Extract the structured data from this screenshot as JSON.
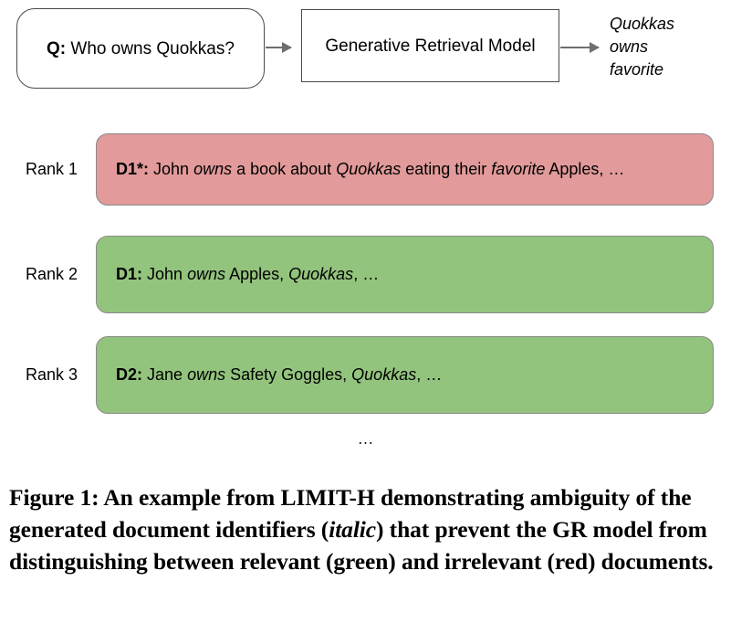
{
  "pipeline": {
    "query_box": {
      "prefix": "Q:",
      "text": " Who owns Quokkas?"
    },
    "model_box": {
      "label": "Generative Retrieval Model"
    },
    "output": {
      "lines": [
        "Quokkas",
        "owns",
        "favorite"
      ]
    },
    "arrows": {
      "query_to_model": "arrow-right",
      "model_to_output": "arrow-right"
    }
  },
  "ranked_list": {
    "rows": [
      {
        "rank_label": "Rank 1",
        "relevance": "irrelevant",
        "color": "#e29a9a",
        "doc_id": "D1*:",
        "segments": [
          {
            "text": " John ",
            "style": "normal"
          },
          {
            "text": "owns",
            "style": "italic"
          },
          {
            "text": " a book about ",
            "style": "normal"
          },
          {
            "text": "Quokkas",
            "style": "italic"
          },
          {
            "text": " eating their ",
            "style": "normal"
          },
          {
            "text": "favorite",
            "style": "italic"
          },
          {
            "text": " Apples, …",
            "style": "normal"
          }
        ],
        "plain_text": "D1*: John owns a book about Quokkas eating their favorite Apples, …"
      },
      {
        "rank_label": "Rank 2",
        "relevance": "relevant",
        "color": "#93c47d",
        "doc_id": "D1:",
        "segments": [
          {
            "text": " John ",
            "style": "normal"
          },
          {
            "text": "owns",
            "style": "italic"
          },
          {
            "text": " Apples, ",
            "style": "normal"
          },
          {
            "text": "Quokkas",
            "style": "italic"
          },
          {
            "text": ", …",
            "style": "normal"
          }
        ],
        "plain_text": "D1: John owns Apples, Quokkas, …"
      },
      {
        "rank_label": "Rank 3",
        "relevance": "relevant",
        "color": "#93c47d",
        "doc_id": "D2:",
        "segments": [
          {
            "text": " Jane ",
            "style": "normal"
          },
          {
            "text": "owns",
            "style": "italic"
          },
          {
            "text": " Safety Goggles, ",
            "style": "normal"
          },
          {
            "text": "Quokkas",
            "style": "italic"
          },
          {
            "text": ", …",
            "style": "normal"
          }
        ],
        "plain_text": "D2: Jane owns Safety Goggles, Quokkas, …"
      }
    ],
    "truncation_ellipsis": "…"
  },
  "caption": {
    "parts": [
      {
        "text": "Figure 1: An example from LIMIT-H demonstrating ambiguity of the generated document identifiers (",
        "style": "normal"
      },
      {
        "text": "italic",
        "style": "italic"
      },
      {
        "text": ") that prevent the GR model from distinguishing between relevant (green) and irrelevant (red) documents.",
        "style": "normal"
      }
    ],
    "plain_text": "Figure 1: An example from LIMIT-H demonstrating ambiguity of the generated document identifiers (italic) that prevent the GR model from distinguishing between relevant (green) and irrelevant (red) documents."
  },
  "colors": {
    "relevant_green": "#93c47d",
    "irrelevant_red": "#e29a9a",
    "box_border": "#4a4a4a",
    "arrow": "#6e6e6e",
    "background": "#ffffff",
    "text": "#000000"
  }
}
